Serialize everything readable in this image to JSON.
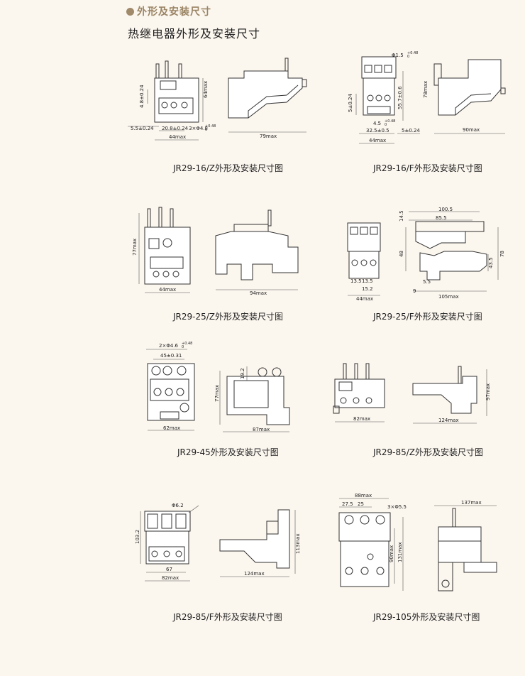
{
  "header": {
    "section_title": "外形及安装尺寸",
    "subtitle": "热继电器外形及安装尺寸"
  },
  "captions": {
    "jr29_16z": "JR29-16/Z外形及安装尺寸图",
    "jr29_16f": "JR29-16/F外形及安装尺寸图",
    "jr29_25z": "JR29-25/Z外形及安装尺寸图",
    "jr29_25f": "JR29-25/F外形及安装尺寸图",
    "jr29_45": "JR29-45外形及安装尺寸图",
    "jr29_85z": "JR29-85/Z外形及安装尺寸图",
    "jr29_85f": "JR29-85/F外形及安装尺寸图",
    "jr29_105": "JR29-105外形及安装尺寸图"
  },
  "dims": {
    "jr29_16z": [
      "4.8±0.24",
      "64max",
      "5.5±0.24",
      "20.8±0.24",
      "3×Φ4.8",
      "+0.48",
      "0",
      "44max",
      "79max"
    ],
    "jr29_16f": [
      "Φ1.5",
      "+0.48",
      "0",
      "78max",
      "55.7±0.6",
      "5±0.24",
      "4.5",
      "+0.48",
      "0",
      "32.5±0.5",
      "5±0.24",
      "44max",
      "90max"
    ],
    "jr29_25z": [
      "77max",
      "44max",
      "94max"
    ],
    "jr29_25f": [
      "100.5",
      "85.5",
      "14.5",
      "48",
      "78",
      "43.5",
      "13.5",
      "13.5",
      "15.2",
      "5.5",
      "9",
      "44max",
      "105max"
    ],
    "jr29_45": [
      "2×Φ4.6",
      "+0.48",
      "0",
      "45±0.31",
      "77max",
      "19.2",
      "62max",
      "87max"
    ],
    "jr29_85z": [
      "97max",
      "82max",
      "124max"
    ],
    "jr29_85f": [
      "Φ6.2",
      "103.2",
      "113max",
      "67",
      "82max",
      "124max"
    ],
    "jr29_105": [
      "88max",
      "27.5",
      "25",
      "3×Φ5.5",
      "137max",
      "90max",
      "131max"
    ]
  }
}
